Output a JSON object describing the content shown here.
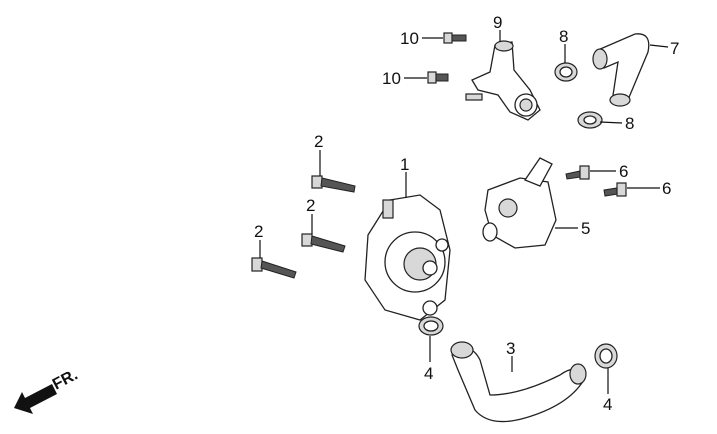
{
  "title": "Water pump exploded parts diagram",
  "callouts": {
    "bolt_10_top": "10",
    "bolt_10_lower": "10",
    "joint_9": "9",
    "clip_8_top": "8",
    "clip_8_lower": "8",
    "hose_7": "7",
    "bolt_2_a": "2",
    "bolt_2_b": "2",
    "bolt_2_c": "2",
    "pump_1": "1",
    "bolt_6_a": "6",
    "bolt_6_b": "6",
    "thermostat_5": "5",
    "hose_3": "3",
    "clamp_4_left": "4",
    "clamp_4_right": "4"
  },
  "direction_marker": {
    "label": "FR.",
    "icon": "arrow-front-icon"
  }
}
